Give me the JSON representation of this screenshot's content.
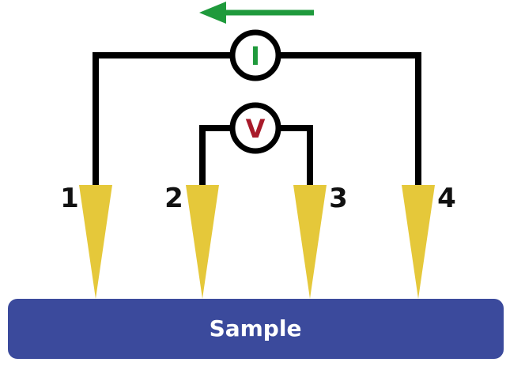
{
  "current_meter": {
    "symbol": "I",
    "color": "#1f9a3c"
  },
  "voltage_meter": {
    "symbol": "V",
    "color": "#a81a2a"
  },
  "current_arrow": {
    "direction": "left",
    "color": "#1f9a3c"
  },
  "probes": [
    {
      "label": "1"
    },
    {
      "label": "2"
    },
    {
      "label": "3"
    },
    {
      "label": "4"
    }
  ],
  "sample": {
    "label": "Sample",
    "color": "#3b4a9c"
  },
  "probe_color": "#e5c83a",
  "wire_color": "#000000"
}
